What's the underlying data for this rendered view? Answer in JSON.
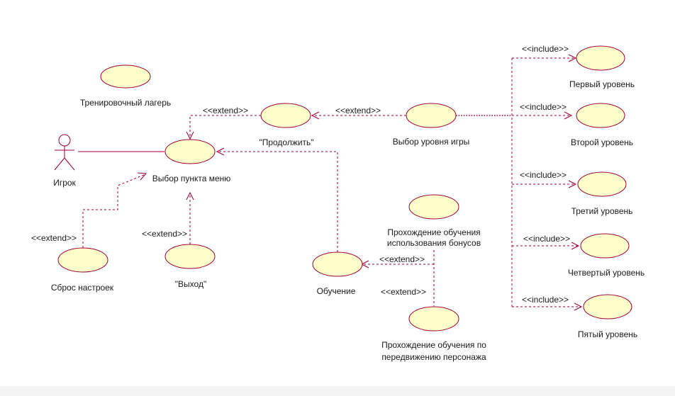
{
  "actor": {
    "label": "Игрок"
  },
  "use_cases": {
    "training_camp": "Тренировочный лагерь",
    "menu": "Выбор пункта меню",
    "continue": "\"Продолжить\"",
    "select_level": "Выбор уровня игры",
    "level1": "Первый уровень",
    "level2": "Второй уровень",
    "level3": "Третий уровень",
    "level4": "Четвертый уровень",
    "level5": "Пятый уровень",
    "reset": "Сброс настроек",
    "exit": "\"Выход\"",
    "training": "Обучение",
    "bonus_training_line1": "Прохождение обучения",
    "bonus_training_line2": "использования бонусов",
    "movement_training_line1": "Прохождение обучения по",
    "movement_training_line2": "передвижению персонажа"
  },
  "stereotypes": {
    "extend": "<<extend>>",
    "include": "<<include>>"
  },
  "colors": {
    "use_case_fill": "#ffffcc",
    "line": "#990033"
  }
}
